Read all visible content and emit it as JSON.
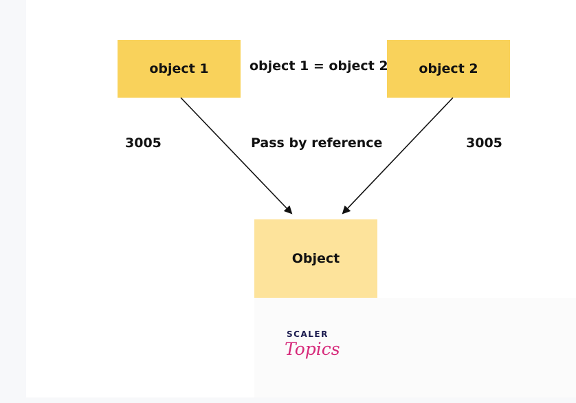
{
  "diagram": {
    "nodes": {
      "object1": "object 1",
      "object2": "object 2",
      "target": "Object"
    },
    "labels": {
      "assignment": "object 1 = object 2",
      "address_left": "3005",
      "address_right": "3005",
      "pass_type": "Pass by reference"
    },
    "edges": [
      {
        "from": "object 1",
        "to": "Object"
      },
      {
        "from": "object 2",
        "to": "Object"
      }
    ],
    "colors": {
      "node_fill": "#f9d25b",
      "target_fill": "#fde39b",
      "text": "#111111",
      "arrow": "#111111"
    }
  },
  "logo": {
    "line1": "SCALER",
    "line2": "Topics",
    "colors": {
      "line1": "#1a1a4e",
      "line2": "#d6297a"
    }
  }
}
